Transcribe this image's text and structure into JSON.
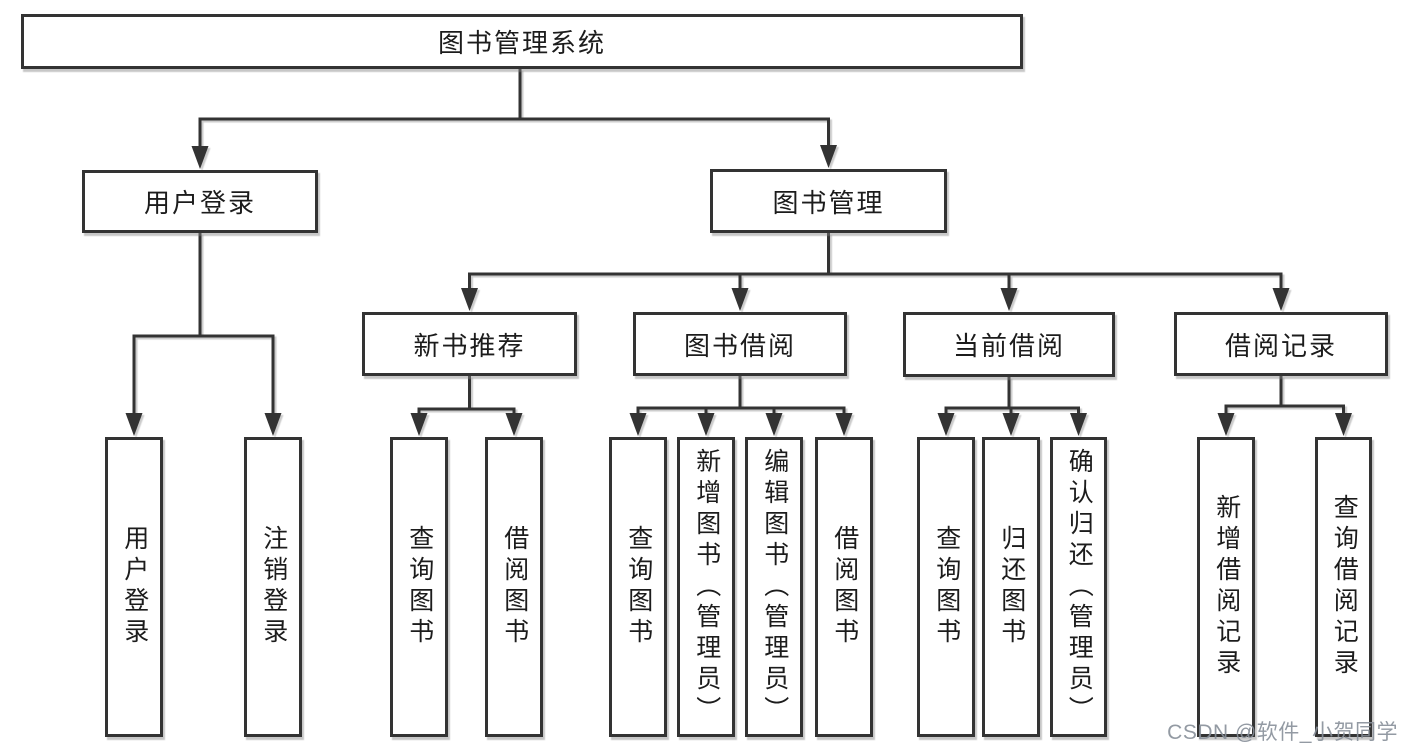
{
  "tree": {
    "label": "图书管理系统",
    "children": [
      {
        "label": "用户登录",
        "children": [
          {
            "label": "用户登录"
          },
          {
            "label": "注销登录"
          }
        ]
      },
      {
        "label": "图书管理",
        "children": [
          {
            "label": "新书推荐",
            "children": [
              {
                "label": "查询图书"
              },
              {
                "label": "借阅图书"
              }
            ]
          },
          {
            "label": "图书借阅",
            "children": [
              {
                "label": "查询图书"
              },
              {
                "label": "新增图书（管理员）"
              },
              {
                "label": "编辑图书（管理员）"
              },
              {
                "label": "借阅图书"
              }
            ]
          },
          {
            "label": "当前借阅",
            "children": [
              {
                "label": "查询图书"
              },
              {
                "label": "归还图书"
              },
              {
                "label": "确认归还（管理员）"
              }
            ]
          },
          {
            "label": "借阅记录",
            "children": [
              {
                "label": "新增借阅记录"
              },
              {
                "label": "查询借阅记录"
              }
            ]
          }
        ]
      }
    ]
  },
  "watermark": {
    "text": "CSDN @软件_小贺同学"
  },
  "colors": {
    "line": "#333333",
    "text": "#1c1c1c",
    "background": "#ffffff",
    "watermark": "#878f99"
  }
}
